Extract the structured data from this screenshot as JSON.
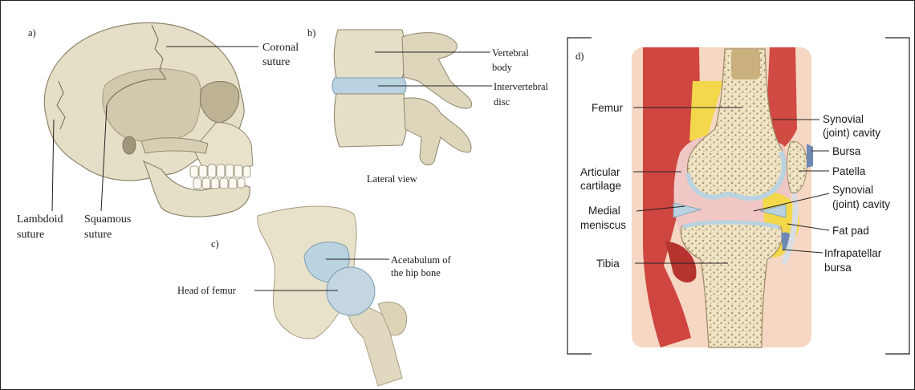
{
  "panels": {
    "a": {
      "letter": "a)",
      "labels": {
        "coronal_1": "Coronal",
        "coronal_2": "suture",
        "lambdoid_1": "Lambdoid",
        "lambdoid_2": "suture",
        "squamous_1": "Squamous",
        "squamous_2": "suture"
      }
    },
    "b": {
      "letter": "b)",
      "labels": {
        "vertebral_1": "Vertebral",
        "vertebral_2": "body",
        "intervertebral_1": "Intervertebral",
        "intervertebral_2": "disc",
        "view": "Lateral view"
      }
    },
    "c": {
      "letter": "c)",
      "labels": {
        "acetabulum_1": "Acetabulum of",
        "acetabulum_2": "the hip bone",
        "head_of_femur": "Head of femur"
      }
    },
    "d": {
      "letter": "d)",
      "labels": {
        "femur": "Femur",
        "articular_1": "Articular",
        "articular_2": "cartilage",
        "medial_1": "Medial",
        "medial_2": "meniscus",
        "tibia": "Tibia",
        "synovial_top_1": "Synovial",
        "synovial_top_2": "(joint) cavity",
        "bursa": "Bursa",
        "patella": "Patella",
        "synovial_mid_1": "Synovial",
        "synovial_mid_2": "(joint) cavity",
        "fat_pad": "Fat pad",
        "infrapatellar_1": "Infrapatellar",
        "infrapatellar_2": "bursa"
      }
    }
  },
  "colors": {
    "bone": "#e8e0c8",
    "bone_shade": "#cfc6a8",
    "bone_dark": "#a99f82",
    "cartilage": "#b9d3e0",
    "muscle": "#d0463f",
    "muscle_light": "#e98476",
    "fat": "#f2d84a",
    "synovial": "#f0c7c4",
    "skin": "#f6d7c3"
  }
}
